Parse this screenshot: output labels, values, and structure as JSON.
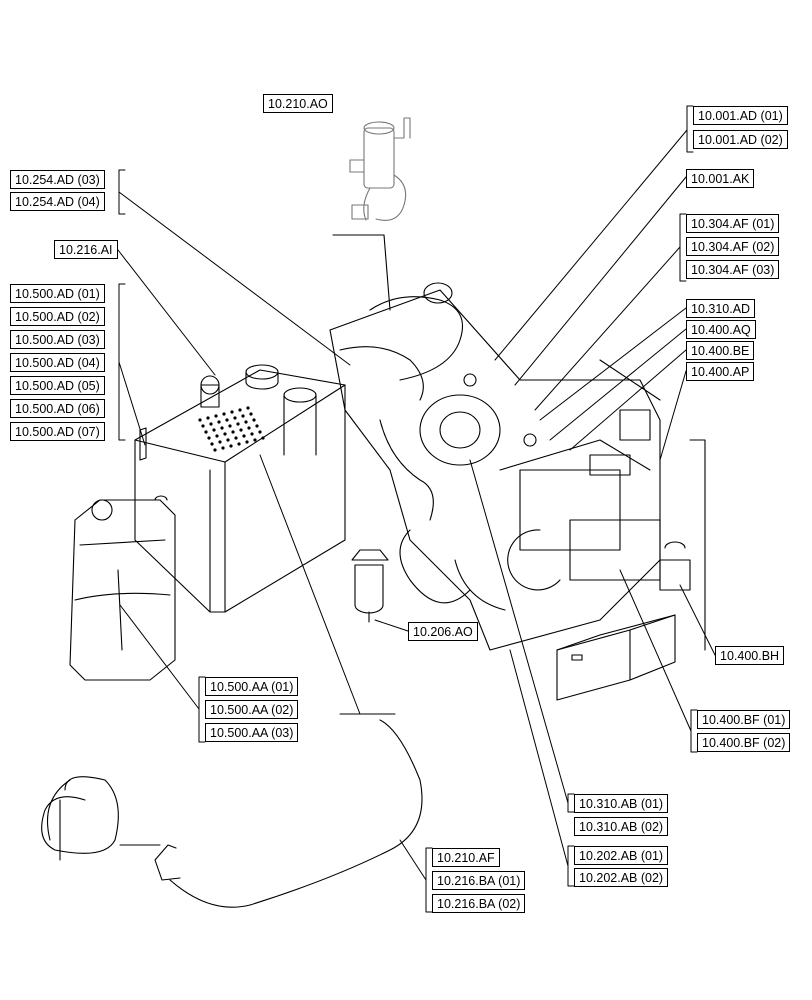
{
  "callouts": {
    "c10_210_AO_top": "10.210.AO",
    "c10_001_AD_01": "10.001.AD (01)",
    "c10_001_AD_02": "10.001.AD (02)",
    "c10_001_AK": "10.001.AK",
    "c10_254_AD_03": "10.254.AD (03)",
    "c10_254_AD_04": "10.254.AD (04)",
    "c10_304_AF_01": "10.304.AF (01)",
    "c10_304_AF_02": "10.304.AF (02)",
    "c10_304_AF_03": "10.304.AF (03)",
    "c10_216_AI": "10.216.AI",
    "c10_310_AD": "10.310.AD",
    "c10_400_AQ": "10.400.AQ",
    "c10_400_BE": "10.400.BE",
    "c10_400_AP": "10.400.AP",
    "c10_500_AD_01": "10.500.AD (01)",
    "c10_500_AD_02": "10.500.AD (02)",
    "c10_500_AD_03": "10.500.AD (03)",
    "c10_500_AD_04": "10.500.AD (04)",
    "c10_500_AD_05": "10.500.AD (05)",
    "c10_500_AD_06": "10.500.AD (06)",
    "c10_500_AD_07": "10.500.AD (07)",
    "c10_206_AO": "10.206.AO",
    "c10_400_BH": "10.400.BH",
    "c10_500_AA_01": "10.500.AA (01)",
    "c10_500_AA_02": "10.500.AA (02)",
    "c10_500_AA_03": "10.500.AA (03)",
    "c10_400_BF_01": "10.400.BF (01)",
    "c10_400_BF_02": "10.400.BF (02)",
    "c10_310_AB_01": "10.310.AB (01)",
    "c10_310_AB_02": "10.310.AB (02)",
    "c10_202_AB_01": "10.202.AB (01)",
    "c10_202_AB_02": "10.202.AB (02)",
    "c10_210_AF": "10.210.AF",
    "c10_216_BA_01": "10.216.BA (01)",
    "c10_216_BA_02": "10.216.BA (02)"
  }
}
